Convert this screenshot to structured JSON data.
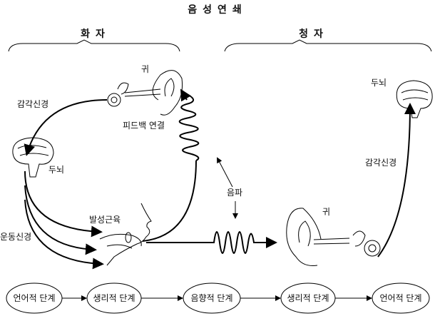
{
  "title": "음성연쇄",
  "speaker": "화자",
  "listener": "청자",
  "labels": {
    "ear_speaker": "귀",
    "sensory_nerve_speaker": "감각신경",
    "feedback": "피드백 연결",
    "brain_speaker": "두뇌",
    "sound_wave": "음파",
    "vocal_muscles": "발성근육",
    "motor_nerve": "운동신경",
    "ear_listener": "귀",
    "sensory_nerve_listener": "감각신경",
    "brain_listener": "두뇌"
  },
  "stages": [
    "언어적 단계",
    "생리적 단계",
    "음향적 단계",
    "생리적 단계",
    "언어적 단계"
  ]
}
